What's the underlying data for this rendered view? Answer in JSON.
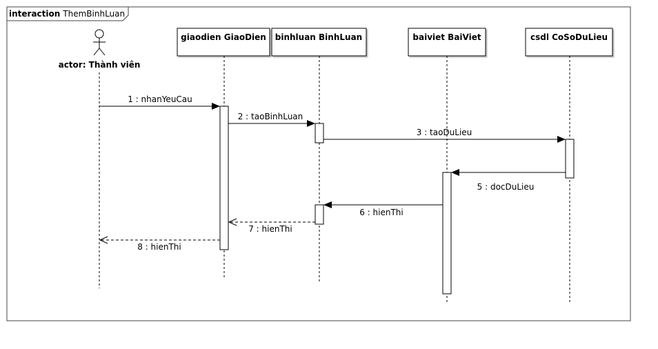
{
  "frame": {
    "keyword": "interaction",
    "name": "ThemBinhLuan"
  },
  "actor": {
    "label": "actor: Thành viên"
  },
  "participants": [
    {
      "id": "giaodien",
      "label": "giaodien GiaoDien"
    },
    {
      "id": "binhluan",
      "label": "binhluan BinhLuan"
    },
    {
      "id": "baiviet",
      "label": "baiviet BaiViet"
    },
    {
      "id": "csdl",
      "label": "csdl CoSoDuLieu"
    }
  ],
  "messages": [
    {
      "label": "1 : nhanYeuCau",
      "from": "actor",
      "to": "giaodien",
      "kind": "call"
    },
    {
      "label": "2 : taoBinhLuan",
      "from": "giaodien",
      "to": "binhluan",
      "kind": "call"
    },
    {
      "label": "3 : taoDuLieu",
      "from": "binhluan",
      "to": "csdl",
      "kind": "call"
    },
    {
      "label": "5 : docDuLieu",
      "from": "csdl",
      "to": "baiviet",
      "kind": "call"
    },
    {
      "label": "6 : hienThi",
      "from": "baiviet",
      "to": "binhluan",
      "kind": "call"
    },
    {
      "label": "7 : hienThi",
      "from": "binhluan",
      "to": "giaodien",
      "kind": "return"
    },
    {
      "label": "8 : hienThi",
      "from": "giaodien",
      "to": "actor",
      "kind": "return"
    }
  ]
}
